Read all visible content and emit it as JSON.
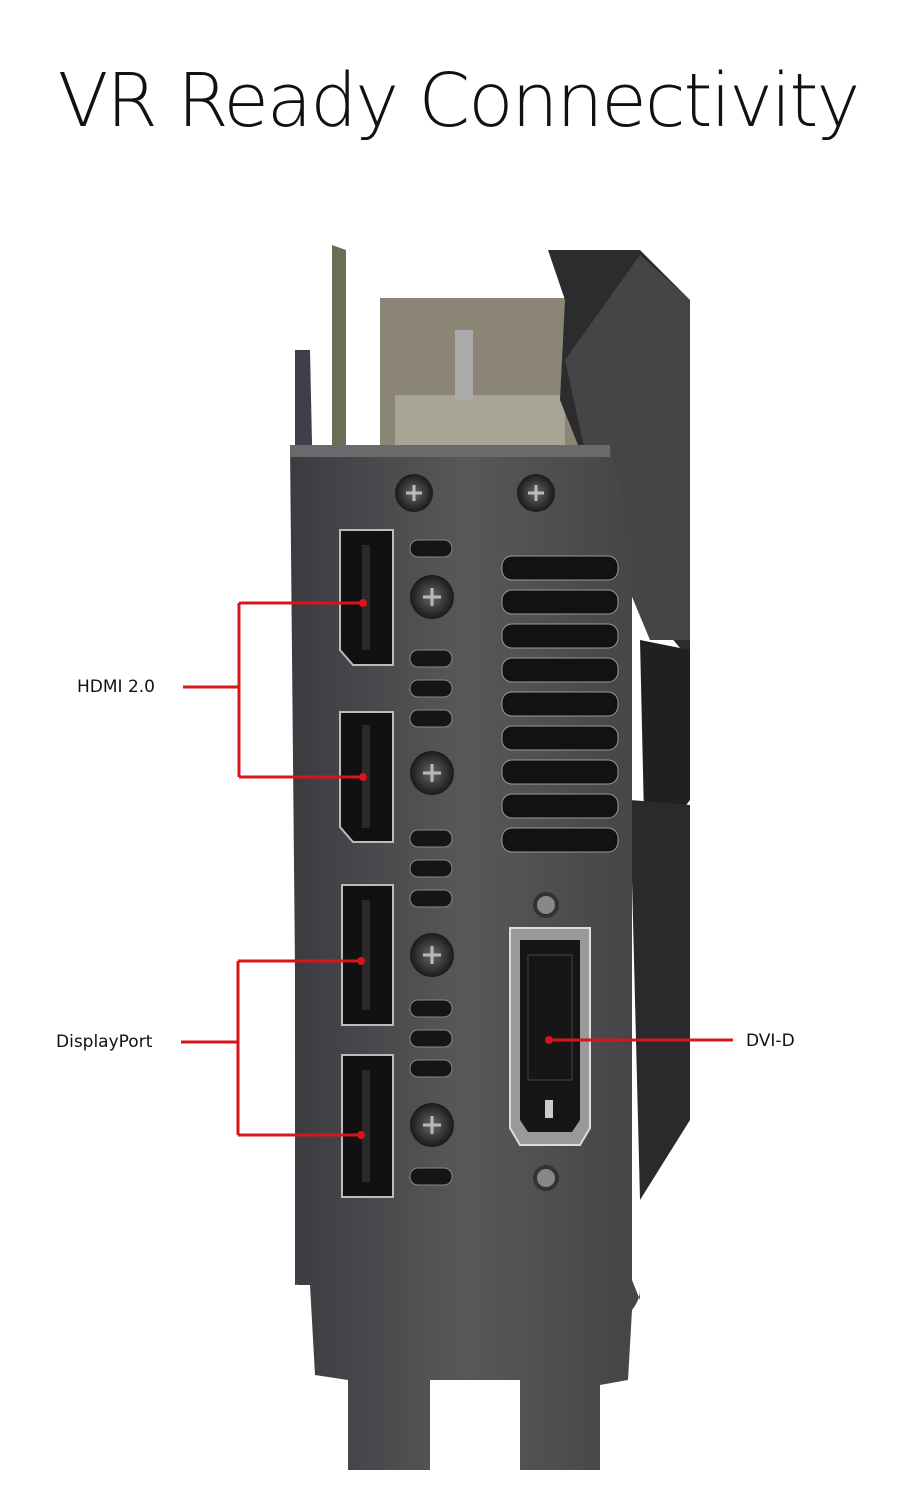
{
  "title": "VR Ready Connectivity",
  "labels": {
    "hdmi": "HDMI 2.0",
    "displayport": "DisplayPort",
    "dvi": "DVI-D"
  },
  "colors": {
    "callout": "#d8141c",
    "bracket": "#4a4a4c",
    "port": "#121212"
  }
}
